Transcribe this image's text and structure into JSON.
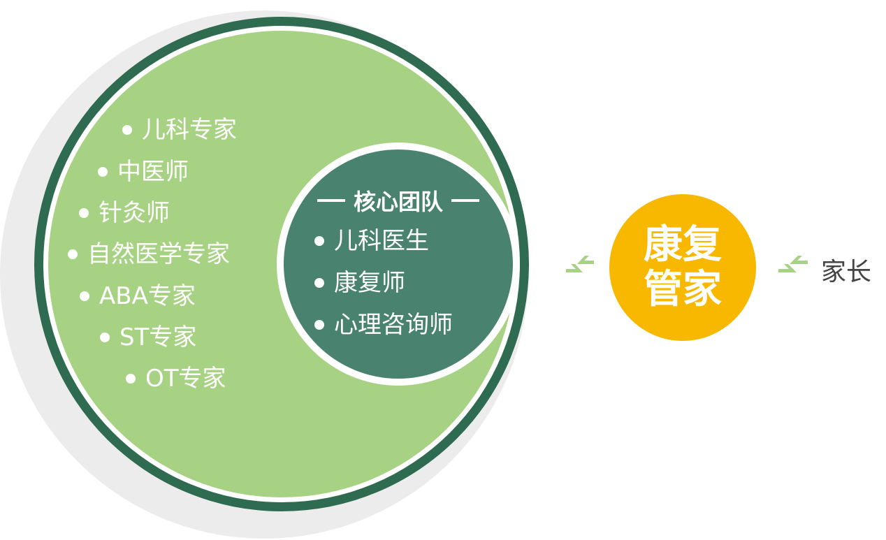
{
  "outer_team": {
    "items": [
      "儿科专家",
      "中医师",
      "针灸师",
      "自然医学专家",
      "ABA专家",
      "ST专家",
      "OT专家"
    ]
  },
  "core_team": {
    "title": "核心团队",
    "items": [
      "儿科医生",
      "康复师",
      "心理咨询师"
    ]
  },
  "manager": {
    "line1": "康复",
    "line2": "管家"
  },
  "parent": {
    "label": "家长"
  },
  "colors": {
    "outer_fill": "#a8d283",
    "outer_ring": "#2f6b50",
    "core_fill": "#4a8270",
    "manager_fill": "#f9b800",
    "shadow": "#ececec",
    "arrow": "#a8d283"
  }
}
